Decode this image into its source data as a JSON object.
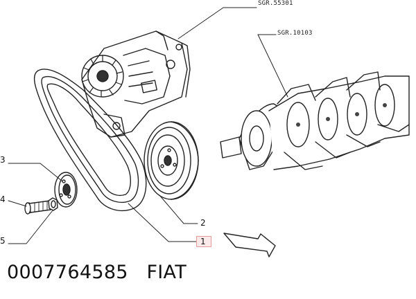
{
  "references": {
    "alternator": "SGR.55301",
    "crankshaft": "SGR.10103"
  },
  "parts": {
    "belt": "1",
    "pulley": "2",
    "washer": "3",
    "bolt": "4",
    "nut": "5"
  },
  "caption": {
    "part_number": "0007764585",
    "brand": "FIAT"
  }
}
